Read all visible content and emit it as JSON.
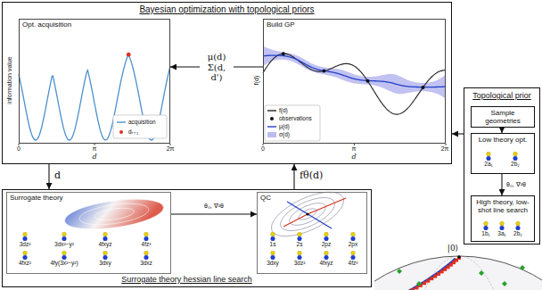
{
  "diagram": {
    "nodes": [
      {
        "text": [
          "Bayesian optimization with topological priors"
        ]
      },
      {
        "text": [
          "Opt. acquisition"
        ],
        "in": 0
      },
      {
        "text": [
          "Build GP"
        ],
        "in": 0
      },
      {
        "text": [
          "Topological prior"
        ]
      },
      {
        "text": [
          "Sample geometries"
        ],
        "in": 3
      },
      {
        "text": [
          "Low theory opt."
        ],
        "in": 3
      },
      {
        "text": [
          "High theory, low-shot line search"
        ],
        "in": 3
      },
      {
        "text": [
          "Surrogate theory hessian line search"
        ]
      },
      {
        "text": [
          "Surrogate theory"
        ],
        "in": 7
      },
      {
        "text": [
          "QC"
        ],
        "in": 7
      }
    ],
    "edges": [
      {
        "from": 2,
        "to": 1,
        "label": "μ(d) Σ(d, d')",
        "arrow": "to"
      },
      {
        "from": 3,
        "to": 0,
        "arrow": "to"
      },
      {
        "from": 4,
        "to": 5,
        "arrow": "to"
      },
      {
        "from": 5,
        "to": 6,
        "label": "θ₀, ∇²θ",
        "arrow": "to"
      },
      {
        "from": 0,
        "to": 7,
        "label": "d",
        "arrow": "to"
      },
      {
        "from": 7,
        "to": 0,
        "label": "fθ(d)",
        "arrow": "to"
      },
      {
        "from": 8,
        "to": 9,
        "label": "θ₀, ∇²θ",
        "arrow": "to"
      }
    ],
    "labels": [
      "information value",
      "0",
      "π",
      "2π",
      "d",
      "f(d)",
      "0",
      "π",
      "2π",
      "d",
      "2a₁",
      "2b₂",
      "1b₁",
      "3a₁",
      "2b₂",
      "3dz²",
      "3dx²−y²",
      "4fxyz",
      "4fz³",
      "4fxz²",
      "4fy(3x²−y²)",
      "3dxy",
      "3dxz",
      "1s",
      "2s",
      "2pz",
      "2px",
      "3dxy",
      "3dz²",
      "4fxyz",
      "4fz³",
      "|0⟩"
    ],
    "legend": [
      {
        "text": "acquisition"
      },
      {
        "text": "dₜ₊₁"
      },
      {
        "text": "f(d)"
      },
      {
        "text": "observations"
      },
      {
        "text": "μ(d)"
      },
      {
        "text": "σ(d)"
      }
    ]
  }
}
